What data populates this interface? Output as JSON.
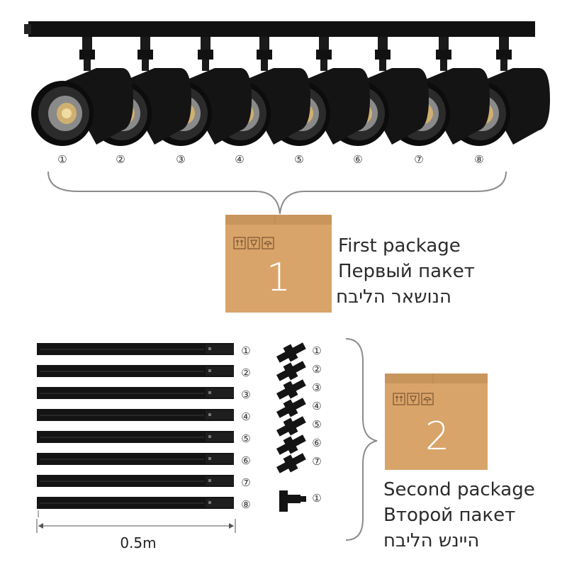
{
  "markers": [
    "①",
    "②",
    "③",
    "④",
    "⑤",
    "⑥",
    "⑦",
    "⑧"
  ],
  "package1": {
    "number": "1",
    "labels": [
      "First package",
      "Первый пакет",
      "הנושאר הליבח"
    ]
  },
  "package2": {
    "number": "2",
    "labels": [
      "Second package",
      "Второй пакет",
      "היינש הליבח"
    ]
  },
  "rail_length": "0.5m",
  "connector_markers": [
    "①",
    "②",
    "③",
    "④",
    "⑤",
    "⑥",
    "⑦"
  ],
  "corner_marker": "①",
  "colors": {
    "fixture": "#141414",
    "box": "#d9a46a",
    "box_dark": "#c58d52",
    "line": "#9a9a9a"
  }
}
